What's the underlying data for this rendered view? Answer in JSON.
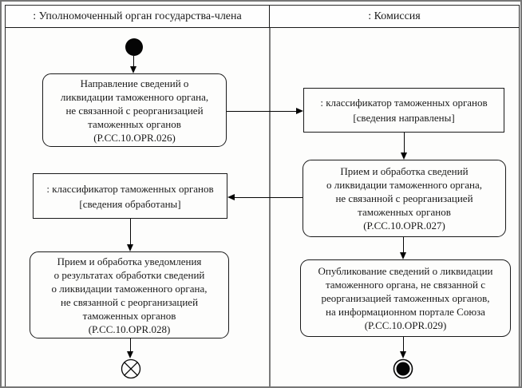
{
  "diagram": {
    "type": "uml-activity-swimlane",
    "lanes": [
      {
        "id": "member-state",
        "header": ": Уполномоченный орган государства-члена"
      },
      {
        "id": "commission",
        "header": ": Комиссия"
      }
    ],
    "nodes": {
      "start": {
        "kind": "initial"
      },
      "action_026": {
        "kind": "action",
        "lane": "member-state",
        "label": "Направление сведений о\nликвидации таможенного органа,\nне связанной с реорганизацией\nтаможенных органов\n(P.CC.10.OPR.026)"
      },
      "object_sent": {
        "kind": "object",
        "lane": "commission",
        "label": ": классификатор таможенных органов\n[сведения направлены]"
      },
      "action_027": {
        "kind": "action",
        "lane": "commission",
        "label": "Прием и обработка сведений\nо ликвидации таможенного органа,\nне связанной с реорганизацией\nтаможенных органов\n(P.CC.10.OPR.027)"
      },
      "object_processed": {
        "kind": "object",
        "lane": "member-state",
        "label": ": классификатор таможенных органов\n[сведения обработаны]"
      },
      "action_028": {
        "kind": "action",
        "lane": "member-state",
        "label": "Прием и обработка уведомления\nо результатах обработки сведений\nо ликвидации таможенного органа,\nне связанной с реорганизацией\nтаможенных органов\n(P.CC.10.OPR.028)"
      },
      "action_029": {
        "kind": "action",
        "lane": "commission",
        "label": "Опубликование сведений о ликвидации\nтаможенного органа, не связанной с\nреорганизацией таможенных органов,\nна информационном портале Союза\n(P.CC.10.OPR.029)"
      },
      "flow_final": {
        "kind": "flow-final"
      },
      "activity_final": {
        "kind": "activity-final"
      }
    },
    "edges": [
      "start -> action_026",
      "action_026 -> object_sent",
      "object_sent -> action_027",
      "action_027 -> object_processed",
      "action_027 -> action_029",
      "object_processed -> action_028",
      "action_028 -> flow_final",
      "action_029 -> activity_final"
    ],
    "colors": {
      "box_border": "#1a1a1a",
      "lane_divider": "#7a7a7a",
      "frame": "#767676",
      "background": "#fdfdfc",
      "text": "#1a1a1a",
      "edge": "#050505"
    }
  }
}
